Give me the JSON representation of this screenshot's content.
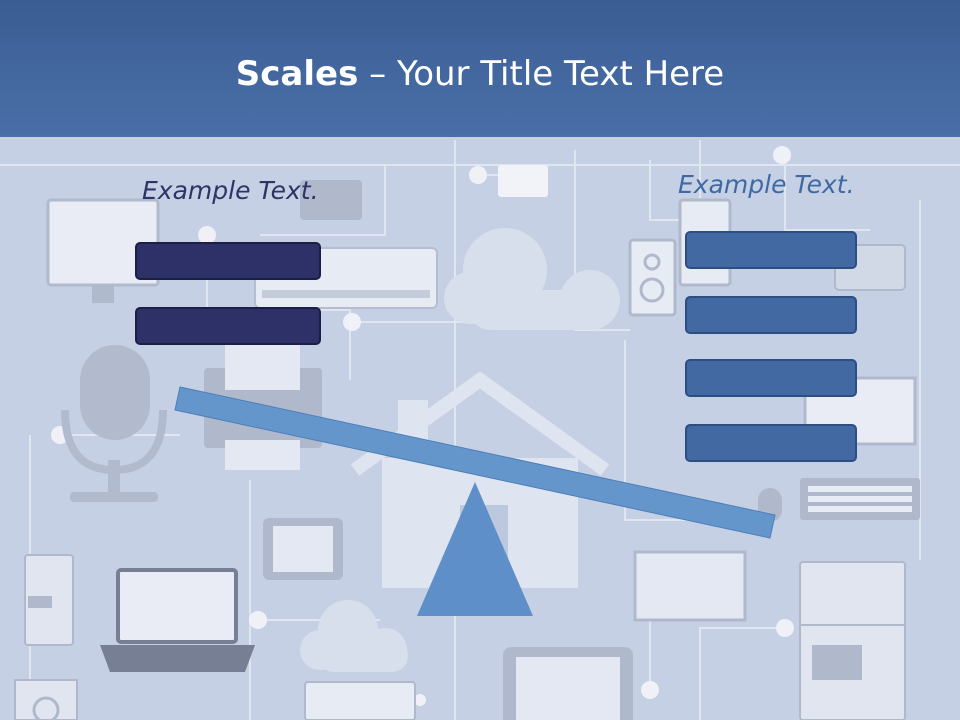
{
  "slide": {
    "title_bold": "Scales",
    "title_rest": " – Your Title Text Here",
    "left_label": "Example Text.",
    "right_label": "Example Text."
  },
  "colors": {
    "header": "#4064a0",
    "left_boxes": "#2e3068",
    "right_boxes": "#4369a3",
    "beam": "#6496cc",
    "fulcrum": "#5f8fc8",
    "background": "#c9d4e6"
  },
  "background_icons": [
    "monitor-icon",
    "air-conditioner-icon",
    "microphone-icon",
    "printer-icon",
    "house-icon",
    "cloud-icon",
    "speaker-icon",
    "router-icon",
    "keyboard-icon",
    "mouse-icon",
    "fridge-icon",
    "laptop-icon",
    "tablet-icon",
    "tv-icon",
    "washing-machine-icon",
    "telephone-icon",
    "camera-icon"
  ]
}
